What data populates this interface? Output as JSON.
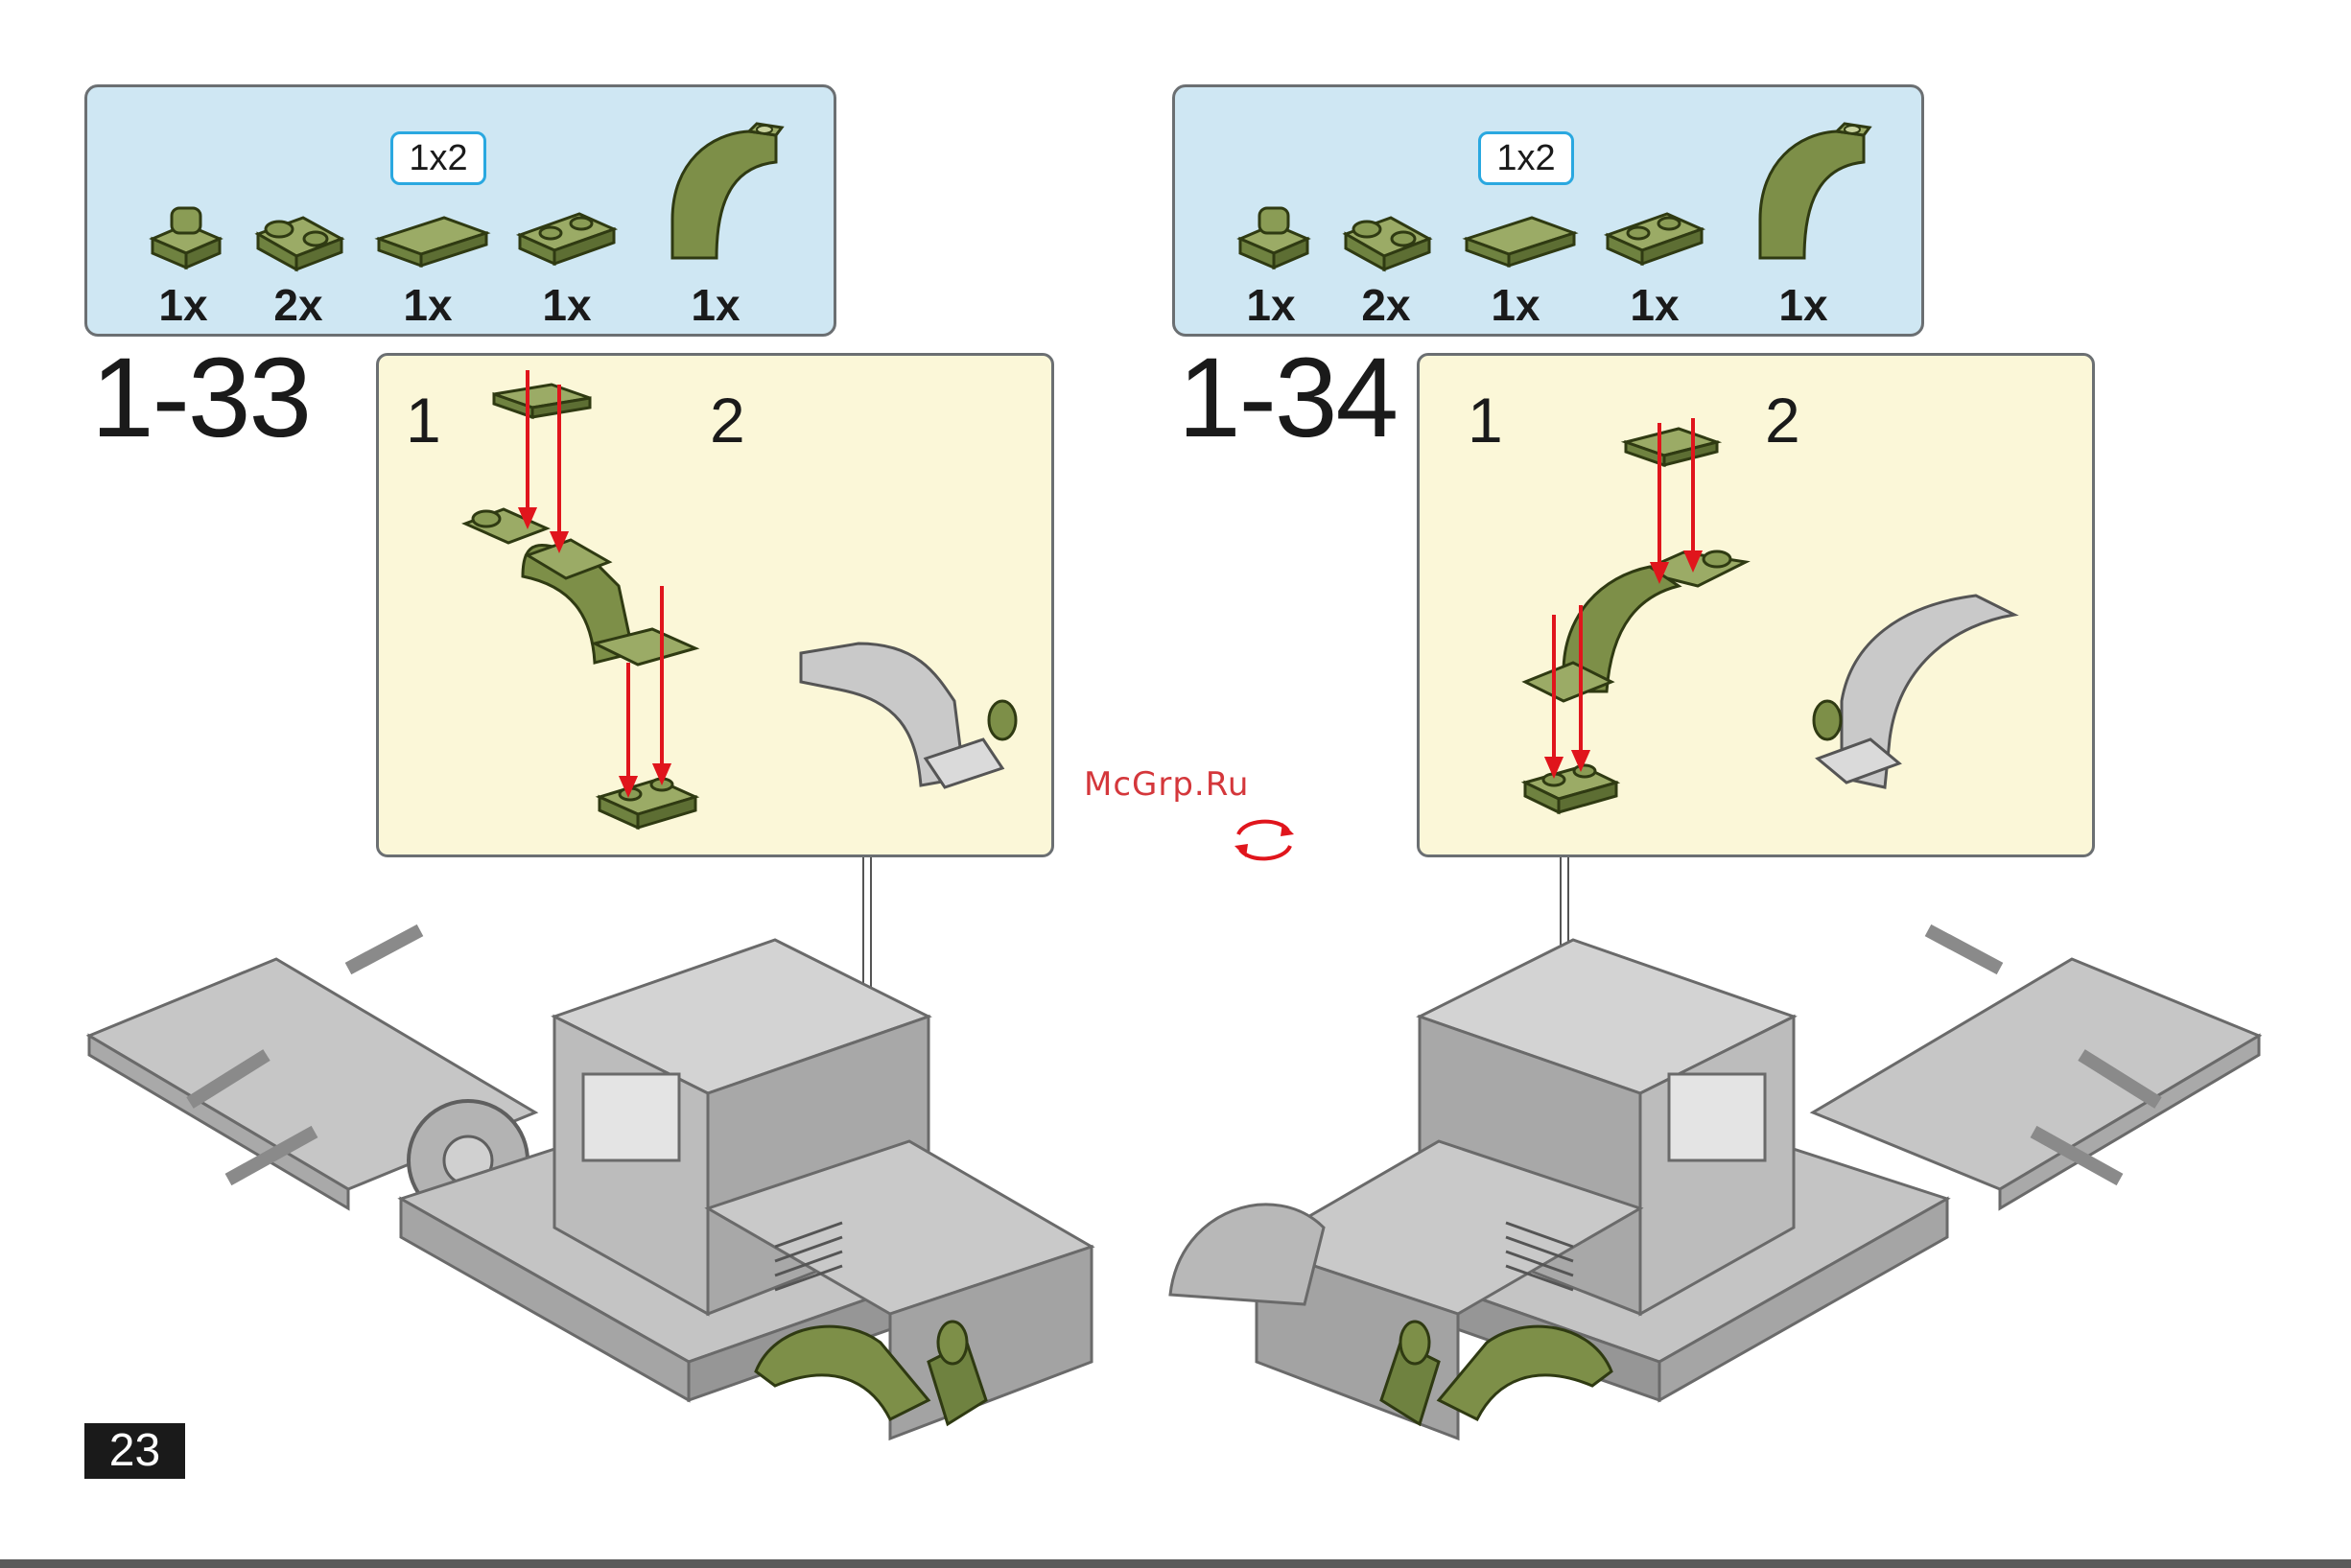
{
  "steps": [
    {
      "number": "1-33",
      "dim_badge": "1x2",
      "quantities": [
        "1x",
        "2x",
        "1x",
        "1x",
        "1x"
      ],
      "substeps": [
        "1",
        "2"
      ]
    },
    {
      "number": "1-34",
      "dim_badge": "1x2",
      "quantities": [
        "1x",
        "2x",
        "1x",
        "1x",
        "1x"
      ],
      "substeps": [
        "1",
        "2"
      ]
    }
  ],
  "watermark": "McGrp.Ru",
  "page_number": "23",
  "icons": [
    "rotate-model-icon",
    "assembly-arrow-icon"
  ],
  "colors": {
    "part_green": "#7d8f48",
    "part_grey": "#bdbdbd",
    "arrow_red": "#e0151c"
  }
}
